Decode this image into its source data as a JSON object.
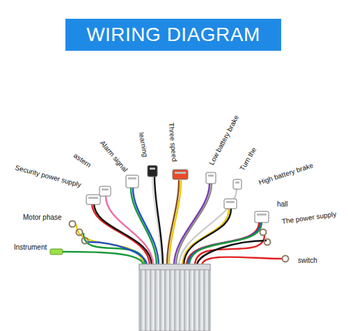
{
  "diagram": {
    "title": "WIRING DIAGRAM",
    "labels": [
      "Security power supply",
      "astern",
      "Alarm signal",
      "learning",
      "Three speed",
      "Low battery brake",
      "Turn the",
      "High battery brake",
      "hall",
      "The power supply",
      "Motor phase",
      "Instrument",
      "switch"
    ]
  }
}
